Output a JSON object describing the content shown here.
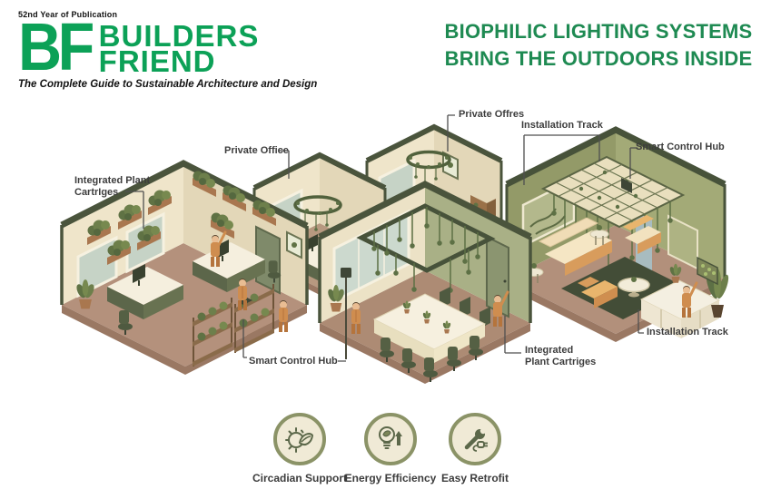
{
  "masthead": {
    "issue_note": "52nd Year of Publication",
    "initials": "BF",
    "name_line1": "BUILDERS",
    "name_line2": "FRIEND",
    "tagline": "The Complete Guide to Sustainable Architecture and Design",
    "brand_color": "#0ca157"
  },
  "headline": {
    "line1": "BIOPHILIC LIGHTING SYSTEMS",
    "line2": "BRING THE OUTDOORS INSIDE",
    "color": "#1e8a52"
  },
  "illustration": {
    "description": "Isometric cutaway of five rooms (open office, two private offices, conference room, lounge) fitted with biophilic lighting, plant cartridges, installation tracks and smart control hubs",
    "callouts": {
      "plant_cartridges_top": "Integrated Plant\nCartrIges",
      "private_office_left": "Private Office",
      "private_office_top": "Private Offres",
      "installation_track_top": "Installation Track",
      "smart_hub_top": "Smart Control Hub",
      "smart_hub_bottom": "Smart Control Hub",
      "plant_cartridges_bottom": "Integrated\nPlant Cartriges",
      "installation_track_bottom": "Installation Track"
    }
  },
  "features": [
    {
      "icon": "sun-leaf-icon",
      "label": "Circadian Support"
    },
    {
      "icon": "bulb-leaf-arrow-icon",
      "label": "Energy Efficiency"
    },
    {
      "icon": "wrench-plug-icon",
      "label": "Easy Retrofit"
    }
  ],
  "palette": {
    "wall_cream": "#efe5ca",
    "wall_olive": "#9aa06f",
    "trim_dark_olive": "#4a543c",
    "floor_brown": "#b4917c",
    "worker_orange": "#cf8d4f",
    "plant_green": "#5f7244",
    "icon_ring_olive": "#8b9367"
  }
}
